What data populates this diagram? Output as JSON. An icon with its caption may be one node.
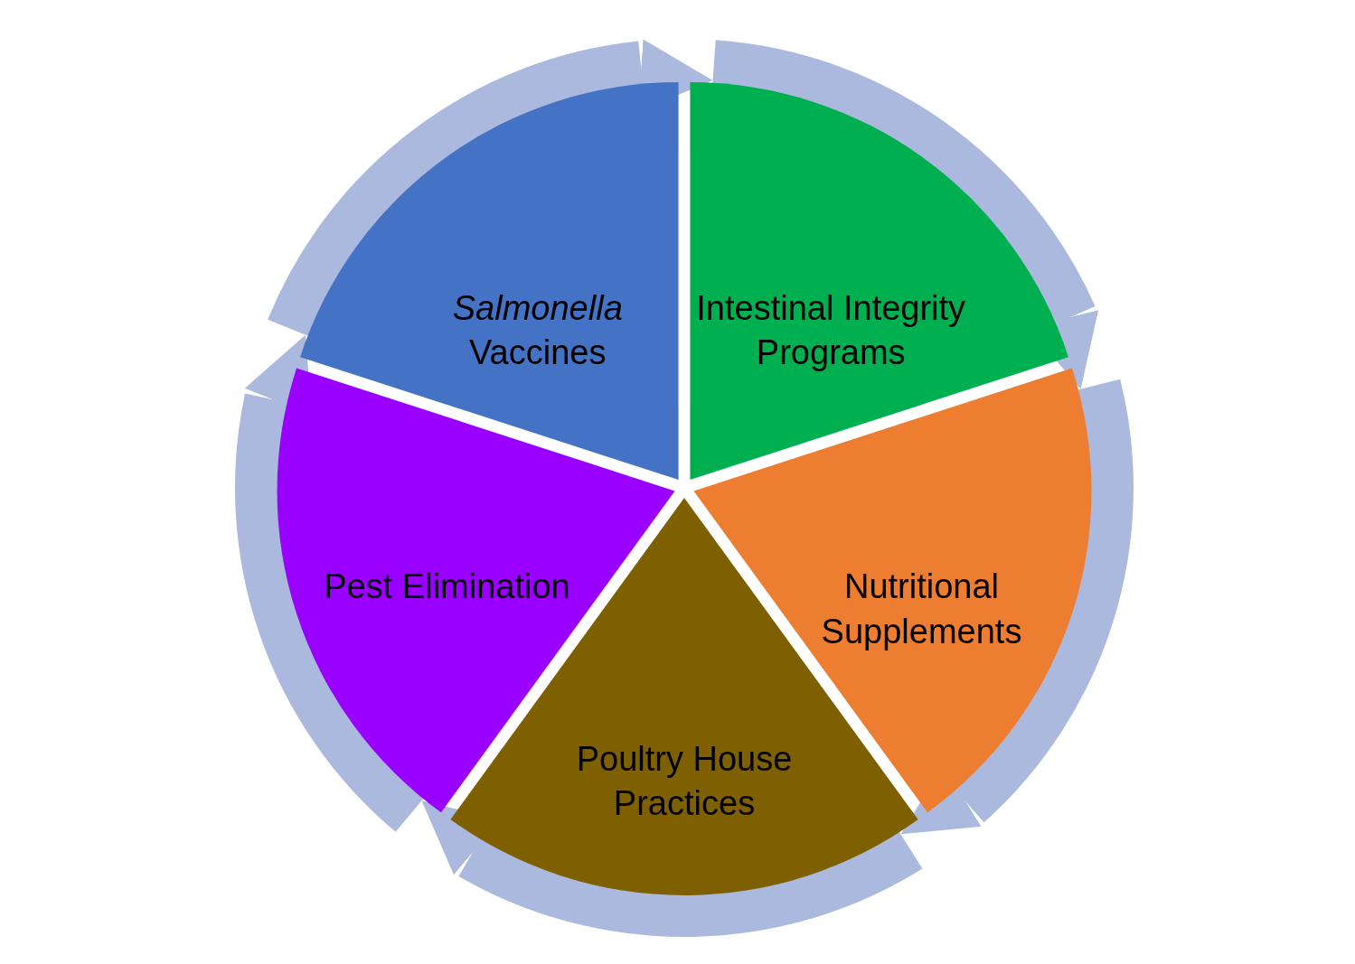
{
  "diagram": {
    "nodes": [
      {
        "text": [
          "*Salmonella* Vaccines"
        ]
      },
      {
        "text": [
          "Intestinal Integrity Programs"
        ]
      },
      {
        "text": [
          "Nutritional Supplements"
        ]
      },
      {
        "text": [
          "Poultry House Practices"
        ]
      },
      {
        "text": [
          "Pest Elimination"
        ]
      }
    ],
    "edges": [
      {
        "from": 0,
        "to": 1,
        "arrow": "to"
      },
      {
        "from": 1,
        "to": 2,
        "arrow": "to"
      },
      {
        "from": 2,
        "to": 3,
        "arrow": "to"
      },
      {
        "from": 3,
        "to": 4,
        "arrow": "to"
      },
      {
        "from": 4,
        "to": 0,
        "arrow": "to"
      }
    ]
  }
}
